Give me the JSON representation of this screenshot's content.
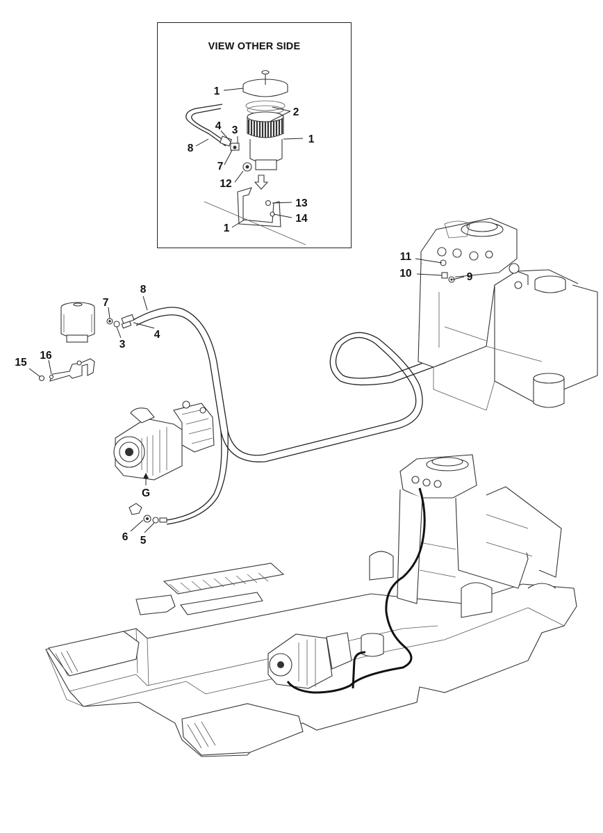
{
  "inset": {
    "title": "VIEW OTHER SIDE",
    "callouts": [
      "1",
      "2",
      "4",
      "3",
      "1",
      "8",
      "7",
      "12",
      "13",
      "14",
      "1"
    ]
  },
  "main_callouts": {
    "upper_left": [
      "8",
      "7",
      "3",
      "4",
      "15",
      "16"
    ],
    "pump": [
      "G",
      "6",
      "5"
    ],
    "tank": [
      "11",
      "10",
      "9"
    ]
  }
}
